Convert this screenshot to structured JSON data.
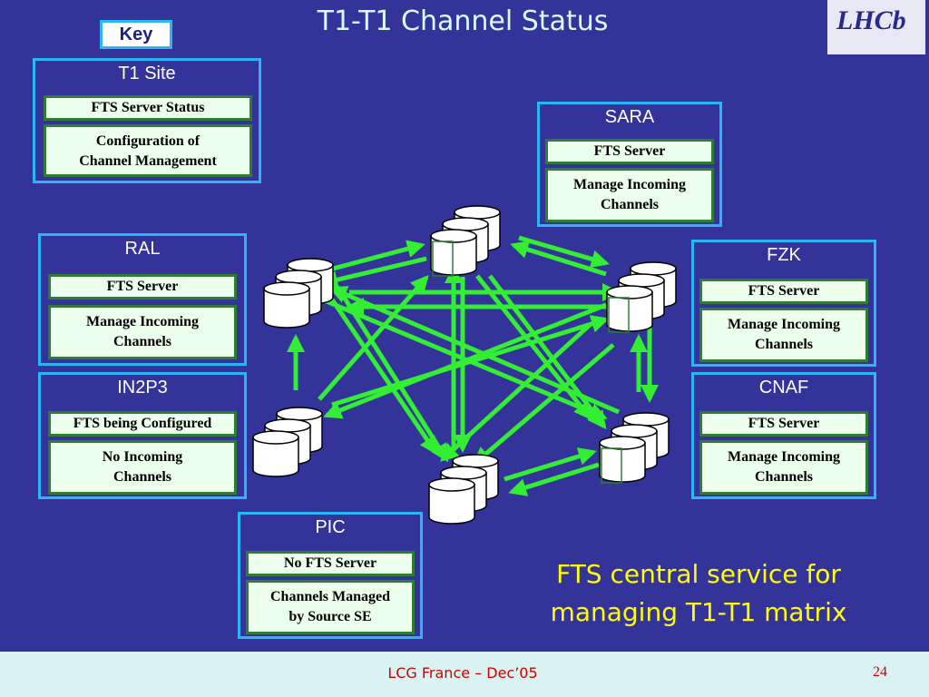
{
  "slide": {
    "title": "T1-T1 Channel Status",
    "logo_text": "LHCb",
    "key_label": "Key",
    "tagline_line1": "FTS central service for",
    "tagline_line2": "managing T1-T1 matrix",
    "footer_text": "LCG France – Dec’05",
    "page_number": "24"
  },
  "legend": {
    "name": "T1 Site",
    "server": "FTS Server Status",
    "channels_line1": "Configuration of",
    "channels_line2": "Channel Management"
  },
  "sites": [
    {
      "name": "SARA",
      "server": "FTS Server",
      "channels_line1": "Manage Incoming",
      "channels_line2": "Channels"
    },
    {
      "name": "RAL",
      "server": "FTS Server",
      "channels_line1": "Manage Incoming",
      "channels_line2": "Channels"
    },
    {
      "name": "FZK",
      "server": "FTS Server",
      "channels_line1": "Manage Incoming",
      "channels_line2": "Channels"
    },
    {
      "name": "IN2P3",
      "server": "FTS being Configured",
      "channels_line1": "No Incoming",
      "channels_line2": "Channels"
    },
    {
      "name": "CNAF",
      "server": "FTS Server",
      "channels_line1": "Manage Incoming",
      "channels_line2": "Channels"
    },
    {
      "name": "PIC",
      "server": "No FTS Server",
      "channels_line1": "Channels Managed",
      "channels_line2": "by Source SE"
    }
  ],
  "colors": {
    "background": "#33339a",
    "box_border": "#29b6f6",
    "inner_fill": "#ecffec",
    "inner_border": "#2e7d32",
    "arrow": "#33ee33",
    "tagline": "#ffff00",
    "footer_text": "#cc0000"
  }
}
